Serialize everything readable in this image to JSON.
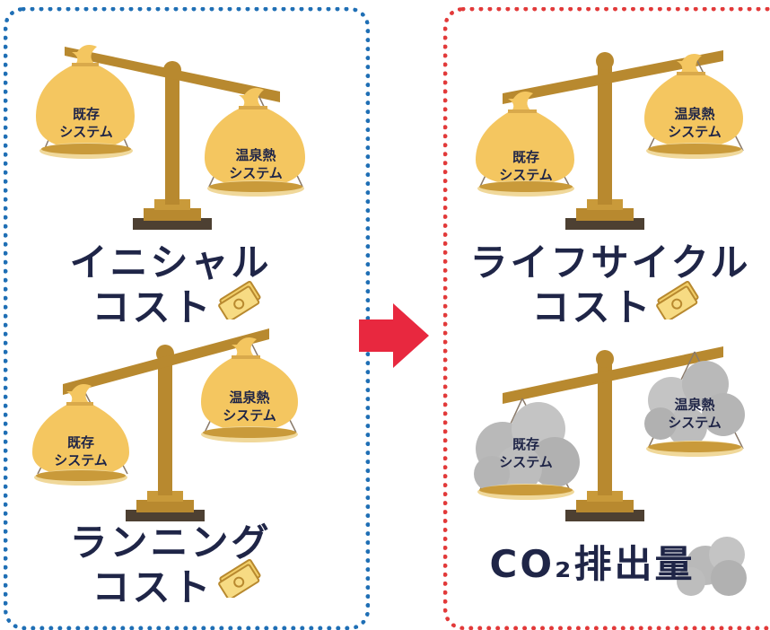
{
  "left_panel": {
    "top": {
      "bag_left": {
        "line1": "既存",
        "line2": "システム"
      },
      "bag_right": {
        "line1": "温泉熱",
        "line2": "システム"
      },
      "caption": {
        "line1": "イニシャル",
        "line2": "コスト"
      }
    },
    "bottom": {
      "bag_left": {
        "line1": "既存",
        "line2": "システム"
      },
      "bag_right": {
        "line1": "温泉熱",
        "line2": "システム"
      },
      "caption": {
        "line1": "ランニング",
        "line2": "コスト"
      }
    }
  },
  "right_panel": {
    "top": {
      "bag_left": {
        "line1": "既存",
        "line2": "システム"
      },
      "bag_right": {
        "line1": "温泉熱",
        "line2": "システム"
      },
      "caption": {
        "line1": "ライフサイクル",
        "line2": "コスト"
      }
    },
    "bottom": {
      "cloud_left": {
        "line1": "既存",
        "line2": "システム"
      },
      "cloud_right": {
        "line1": "温泉熱",
        "line2": "システム"
      },
      "caption": {
        "text": "CO₂排出量"
      }
    }
  },
  "colors": {
    "left_border": "#1f6fb5",
    "right_border": "#e23a3a",
    "arrow": "#e8283f",
    "scale": "#b8892f",
    "bag": "#f4c660",
    "cloud": "#b9b9b9",
    "text": "#1f2547"
  },
  "icons": [
    "balance-scale-icon",
    "money-bag-icon",
    "smoke-cloud-icon",
    "banknote-icon",
    "right-arrow-icon"
  ]
}
